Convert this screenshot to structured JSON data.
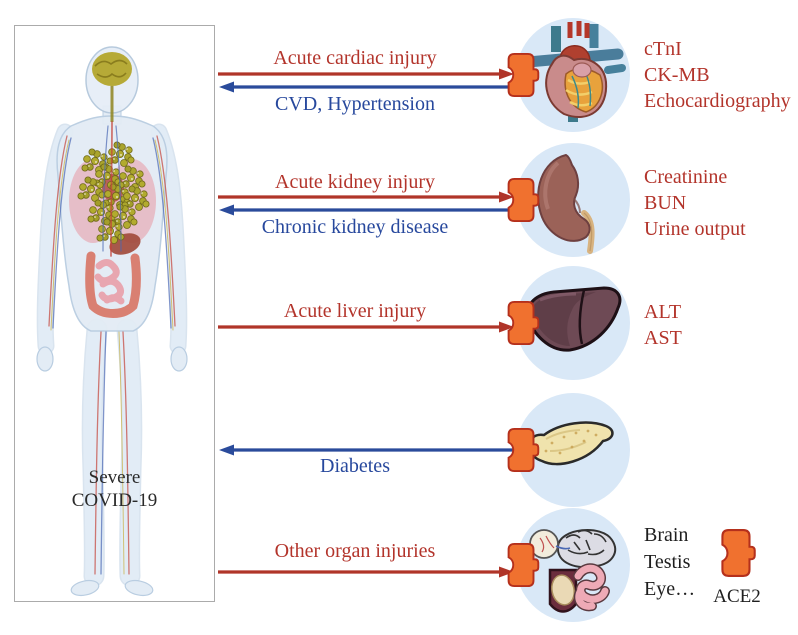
{
  "figure": {
    "body_box": {
      "label_line1": "Severe",
      "label_line2": "COVID-19"
    },
    "rows": [
      {
        "organ": "heart",
        "injury": "Acute cardiac injury",
        "condition": "CVD, Hypertension",
        "markers": [
          "cTnI",
          "CK-MB",
          "Echocardiography"
        ]
      },
      {
        "organ": "kidney",
        "injury": "Acute kidney injury",
        "condition": "Chronic kidney disease",
        "markers": [
          "Creatinine",
          "BUN",
          "Urine output"
        ]
      },
      {
        "organ": "liver",
        "injury": "Acute liver injury",
        "markers": [
          "ALT",
          "AST"
        ]
      },
      {
        "organ": "pancreas",
        "condition": "Diabetes",
        "markers": []
      },
      {
        "organ": "other-organs",
        "injury": "Other organ injuries",
        "markers": [
          "Brain",
          "Testis",
          "Eye…"
        ]
      }
    ],
    "legend": {
      "ace2_label": "ACE2"
    },
    "colors": {
      "injury_red": "#b3342b",
      "condition_blue": "#27489d",
      "receptor_orange": "#f0712f",
      "organ_circle_blue": "#d9e8f7"
    }
  }
}
